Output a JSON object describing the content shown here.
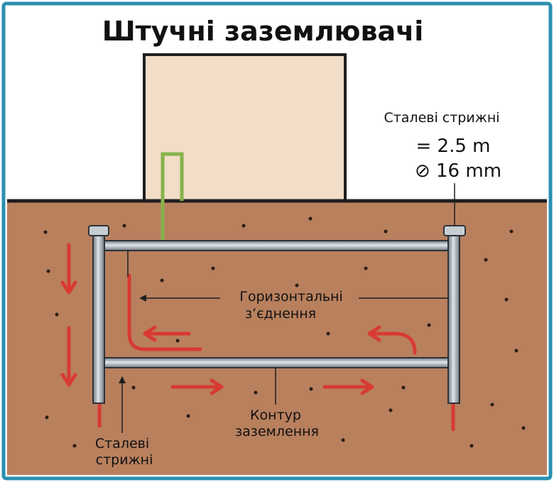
{
  "title": "Штучні заземлювачі",
  "labels": {
    "rod_spec_title": "Сталеві стрижні",
    "rod_length": "= 2.5 m",
    "rod_diameter": "⊘ 16 mm",
    "horizontal_line1": "Горизонтальні",
    "horizontal_line2": "з’єднення",
    "contour_line1": "Контур",
    "contour_line2": "заземлення",
    "rods_line1": "Сталеві",
    "rods_line2": "стрижні"
  },
  "colors": {
    "frame": "#2a8fb0",
    "soil": "#b9805e",
    "building": "#f1ddc8",
    "ground_line": "#1e1e1e",
    "steel": "#9fa8b0",
    "conductor": "#86b24a",
    "arrow": "#d83a32"
  }
}
